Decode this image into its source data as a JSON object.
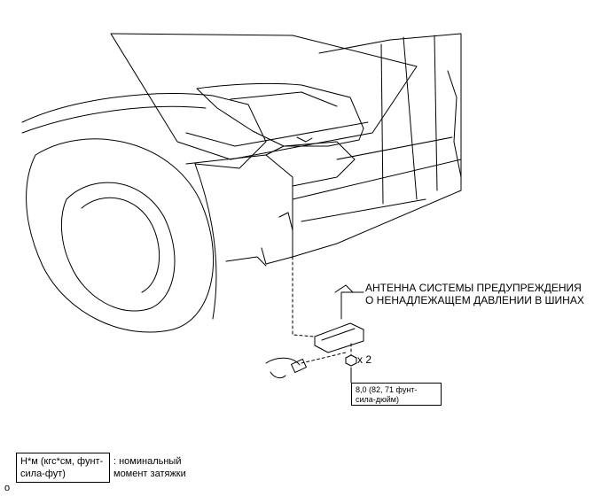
{
  "callout": {
    "line1": "АНТЕННА СИСТЕМЫ ПРЕДУПРЕЖДЕНИЯ",
    "line2": "О НЕНАДЛЕЖАЩЕМ ДАВЛЕНИИ В ШИНАХ"
  },
  "quantity": "x 2",
  "torque": {
    "line1": "8,0 (82, 71 фунт-",
    "line2": "сила-дюйм)"
  },
  "legend": {
    "box_line1": "Н*м (кгс*см, фунт-",
    "box_line2": "сила-фут)",
    "desc_line1": ": номинальный",
    "desc_line2": "момент затяжки"
  },
  "figure_code": "o"
}
